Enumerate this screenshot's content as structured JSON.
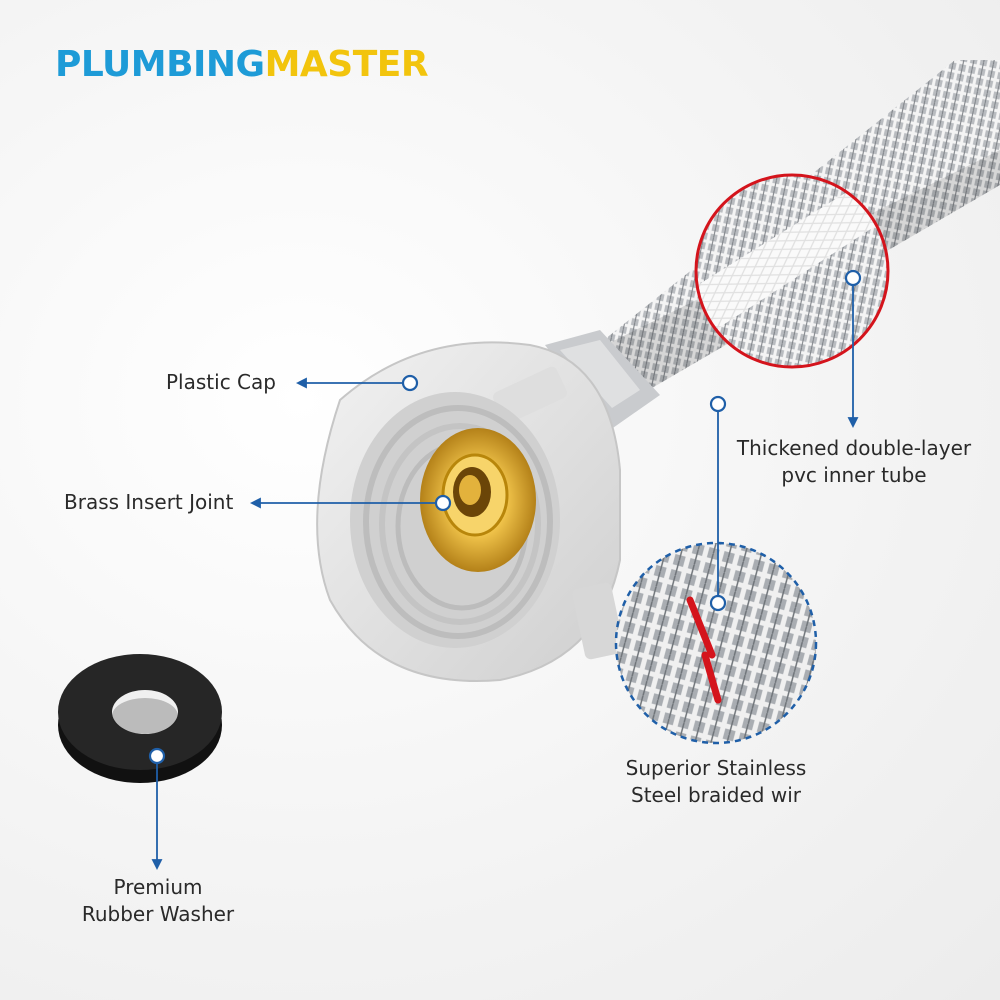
{
  "brand": {
    "part1": "PLUMBING",
    "part2": "MASTER",
    "color1": "#1e9bd7",
    "color2": "#f2c40d"
  },
  "labels": {
    "plastic_cap": "Plastic Cap",
    "brass_insert": "Brass Insert Joint",
    "inner_tube_line1": "Thickened double-layer",
    "inner_tube_line2": "pvc inner tube",
    "braided_line1": "Superior Stainless",
    "braided_line2": "Steel braided wir",
    "washer_line1": "Premium",
    "washer_line2": "Rubber Washer"
  },
  "colors": {
    "callout": "#1f5fa8",
    "zoom_red": "#d4141c",
    "zoom_blue": "#1f5fa8",
    "brass": "#d9a520",
    "cap": "#e4e4e4",
    "washer": "#1a1a1a"
  },
  "icons": [
    "plastic-cap-icon",
    "brass-joint-icon",
    "rubber-washer-icon",
    "braided-hose-icon"
  ]
}
